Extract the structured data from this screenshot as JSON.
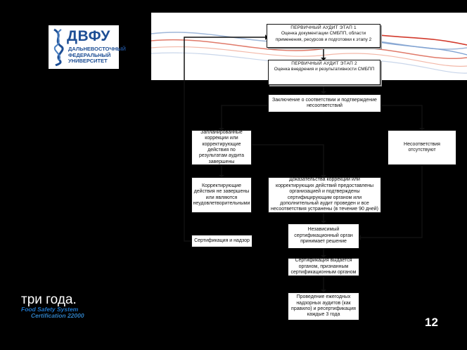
{
  "logo": {
    "abbreviation": "ДВФУ",
    "full_name": [
      "ДАЛЬНЕВОСТОЧНЫЙ",
      "ФЕДЕРАЛЬНЫЙ",
      "УНИВЕРСИТЕТ"
    ]
  },
  "flowchart": {
    "stage1": {
      "title": "ПЕРВИЧНЫЙ АУДИТ ЭТАП 1",
      "text": "Оценка документации СМБПП, области применения, ресурсов и подготовки к этапу 2"
    },
    "stage2": {
      "title": "ПЕРВИЧНЫЙ АУДИТ ЭТАП 2",
      "text": "Оценка внедрения и результативности СМБПП"
    },
    "conclusion": "Заключение о соответствии и подтверждение несоответствий",
    "planned": "Запланированные коррекции или корректирующие действия по результатам аудита завершены",
    "nonconformities": "Несоответствия отсутствуют",
    "corrective": "Корректирующие действия не завершены или являются неудовлетворительными",
    "evidence": "Доказательства коррекции или корректирующих действий предоставлены организацией и подтверждены сертифицирующим органом или дополнительный аудит проведен и все несоответствия устранены (в течение 90 дней)",
    "independent": "Независимый сертификационный орган принимает решение",
    "recert": "Сертификация и надзор",
    "cert_body": "Сертификация выдается органом, признанным сертификационным органом",
    "surveillance": "Проведение ежегодных надзорных аудитов (как правило) и ресертификация каждые 3 года"
  },
  "footer": {
    "ticker_text": "три года.",
    "fss_line1": "Food Safety System",
    "fss_line2": "Certification 22000",
    "page_number": "12"
  },
  "colors": {
    "background": "#000000",
    "logo_blue": "#1e4f95",
    "box_border": "#111111"
  },
  "icons": {
    "logo_mark": "dna-helix-icon",
    "banner": "colored-waves-decoration"
  }
}
